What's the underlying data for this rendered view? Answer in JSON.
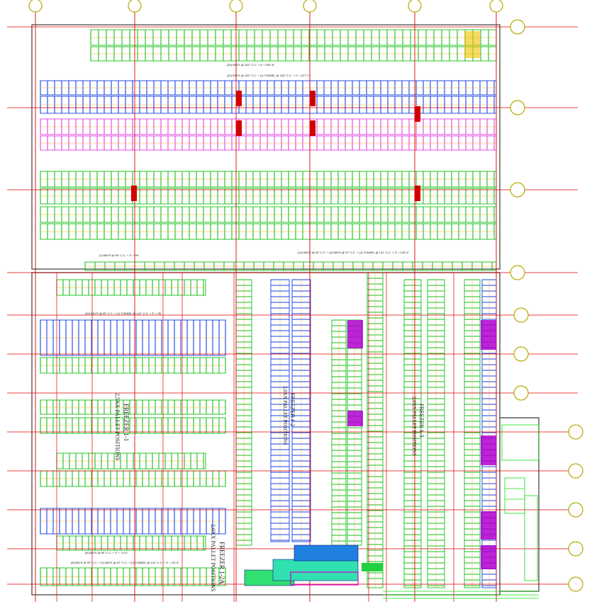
{
  "colors": {
    "grid_line": "#e00000",
    "wall": "#444444",
    "rack_green": "#16c016",
    "rack_blue": "#1840e0",
    "rack_magenta": "#e040e0",
    "rack_orange": "#f0a000",
    "column_red": "#d00000",
    "purple_block": "#b000d0",
    "bubble": "#b5a800"
  },
  "freezer_left": {
    "name": "FREEZER 1-1",
    "positions": "2,5XX PALLET POSITIONS"
  },
  "freezer_mid": {
    "name": "FREEZER 1-2",
    "positions": "2,0XX PALLET POSITIONS"
  },
  "freezer_right": {
    "name": "FREEZER 1-3",
    "positions": "2,0XX PALLET POSITIONS"
  },
  "freezer_bottom": {
    "name": "FREEZER 1-2A",
    "positions": "2,0XX PALLET POSITIONS"
  },
  "annotations": {
    "top_row": "(20) BAYS @ 100\" C.C. + 4\" = 200'-8\"",
    "upper_block": "(22) BAYS @ 100\" C.C. + (1) TUNNEL @ 100\" C.C. + 4\" = 227'-1\"",
    "mid_row": "(1) BAYS @ 99\" C.C. + 3\" = 99\"",
    "mid_row_2": "(10) BAYS @ 99\" C.C. + (2) BAYS @ 57\" C.C. + (1) TUNNEL @ 141\" C.C. + 3\" = 143'-5\"",
    "left_row_1": "(10) BAYS @ 99\" C.C. + (1) TUNNEL @ 141\" C.C. + 3\" = 95'",
    "left_row_bottom": "(8) BAYS @ 99\" C.C. + 3\" = 74'-0\"",
    "left_row_last": "(8) BAYS @ 99\" C.C. + (1) BAYS @ 57\" C.C. + (1) TUNNEL @ 141\" C.C. + 3\" = 93'-3\""
  }
}
